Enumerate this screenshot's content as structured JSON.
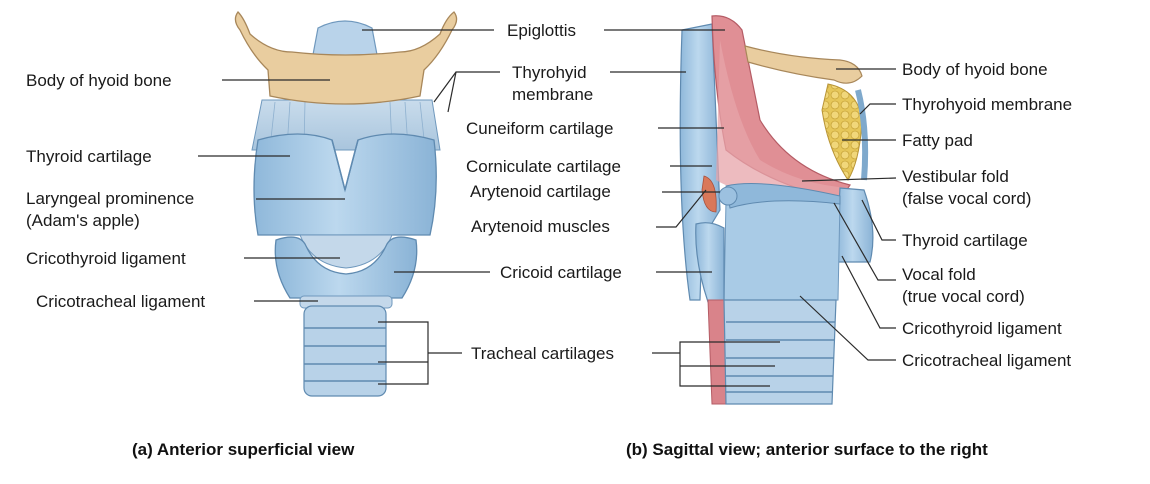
{
  "left_view": {
    "caption": "(a) Anterior superficial view",
    "labels": {
      "body_of_hyoid": "Body of hyoid bone",
      "thyroid_cartilage": "Thyroid cartilage",
      "laryngeal_prominence_1": "Laryngeal prominence",
      "laryngeal_prominence_2": "(Adam's apple)",
      "cricothyroid_ligament": "Cricothyroid ligament",
      "cricotracheal_ligament": "Cricotracheal ligament"
    }
  },
  "center_labels": {
    "epiglottis": "Epiglottis",
    "thyrohyoid_1": "Thyrohyid",
    "thyrohyoid_2": "membrane",
    "cuneiform": "Cuneiform cartilage",
    "corniculate": "Corniculate cartilage",
    "arytenoid_cartilage": "Arytenoid cartilage",
    "arytenoid_muscles": "Arytenoid muscles",
    "cricoid": "Cricoid cartilage",
    "tracheal": "Tracheal cartilages"
  },
  "right_view": {
    "caption": "(b) Sagittal view; anterior surface to the right",
    "labels": {
      "body_of_hyoid": "Body of hyoid bone",
      "thyrohyoid_membrane": "Thyrohyoid membrane",
      "fatty_pad": "Fatty pad",
      "vestibular_1": "Vestibular fold",
      "vestibular_2": "(false vocal cord)",
      "thyroid_cartilage": "Thyroid cartilage",
      "vocal_1": "Vocal fold",
      "vocal_2": "(true vocal cord)",
      "cricothyroid_ligament": "Cricothyroid ligament",
      "cricotracheal_ligament": "Cricotracheal ligament"
    }
  },
  "colors": {
    "cartilage": "#a9cbe6",
    "cartilage_dark": "#7fa9cc",
    "bone": "#e9cd9f",
    "mucosa": "#e08f95",
    "fat": "#e8c95a",
    "leader": "#2b2b2b"
  }
}
